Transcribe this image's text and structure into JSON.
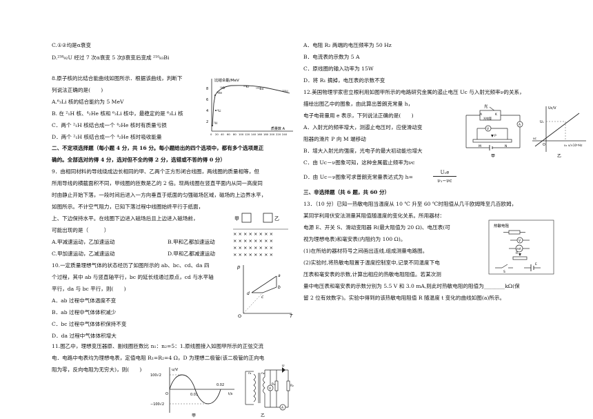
{
  "left": {
    "q7c": "C.①②均是α衰变",
    "q7d": "D.²³⁸₉₂U 经过 7 次α衰变 5 次β衰变后变成 ²¹⁰₈₃Bi",
    "q8": {
      "stem1": "8.原子核的比结合能曲线如图所示．根据该曲线，判断下",
      "stem2": "列说法正确的是(　　)",
      "a": "A.⁶₃Li 核的结合能约为 5 MeV",
      "b": "B. 在 ²₁H 核、⁴₂He 核和 ⁶₃Li 核中，最稳定的是 ⁶₃Li 核",
      "c": "C．两个 ²₁H 核结合成一个 ⁴₂He 核时有质量亏损",
      "d": "D．两个 ²₁H 核结合成一个 ⁴₂He 核时吸收能量"
    },
    "sec2_1": "二、不定项选择题（每小题 4 分，共 16 分。每小题给出的四个选项中，都有多个选项是正",
    "sec2_2": "确的。全部选对的得 4 分，选对但不全的得 2 分，选错或不答的得 0 分）",
    "q9": {
      "l1": "9．由相同材料的导线绕成边长相同的甲、乙两个正方形闭合线圈，两线圈的质量相等，但",
      "l2": "所用导线的横截面积不同，甲线圈的匝数是乙的 2 倍。现两线圈在竖直平面内从同一高度同",
      "l3": "时由静止开始下落，一段时间后进入一方向垂直于纸面的匀强磁场区域，磁场的上边界水平，",
      "l4": "如图所示。不计空气阻力，已知下落过程中线圈始终平行于纸面，",
      "l5": "上、下边保持水平。在线圈下边进入磁场后且上边进入磁场前，",
      "l6": "可能出现的是（　　　）",
      "a": "A.甲减速运动，乙加速运动",
      "b": "B.甲和乙都加速运动",
      "c": "C.甲加速运动，乙减速运动",
      "d": "D.甲和乙都减速运动"
    },
    "q10": {
      "l1": "10.一定质量理想气体的状态经历了如图所示的 ab、bc、cd、da 四",
      "l2": "个过程，其中 ab 与竖直轴平行，bc 的延长线通过原点，cd 与水平轴",
      "l3": "平行，da 与 bc 平行，则(　　)",
      "a": "A．ab 过程中气体温度不变",
      "b": "B．ab 过程中气体体积减少",
      "c": "C．bc 过程中气体体积保持不变",
      "d": "D．da 过程中气体体积增大"
    },
    "q11": {
      "l1": "11.图乙中，理想变压器原、副线圈匝数比 n₁：n₂=5：1.原线圈接入如图甲所示的正弦交流",
      "l2": "电．电路中电表均为理想电表，定值电阻 R₁=R₂=4 Ω，D 为理想二极管(该二极管的正向电",
      "l3": "阻为零，反向电阻为无穷大)，则(　　)"
    },
    "fig8": {
      "ylabel": "比结合能/MeV",
      "xlabel": "质量数 A",
      "yticks": [
        "8",
        "6",
        "4",
        "2"
      ],
      "xticks": [
        "0",
        "20",
        "40",
        "60",
        "80",
        "100",
        "120",
        "140",
        "160",
        "180",
        "200",
        "220",
        "240"
      ],
      "nuclides": [
        "⁴He",
        "¹⁶O",
        "⁸⁹Kr",
        "¹⁴⁴Ba",
        "²³⁵U",
        "⁶Li",
        "²H"
      ]
    },
    "fig9": {
      "jia": "甲",
      "yi": "乙",
      "cross": "× × × × × × × ×"
    },
    "fig10": {
      "p": "p",
      "t": "T",
      "o": "O",
      "a": "a",
      "b": "b",
      "c": "c",
      "d": "d"
    },
    "fig11": {
      "u": "u/V",
      "ymax": "100√2",
      "ymin": "−100√2",
      "t1": "0.01",
      "t2": "0.02",
      "ts": "t/s",
      "o": "O",
      "jia": "甲",
      "yi": "乙",
      "n1": "n₁",
      "n2": "n₂",
      "v": "V",
      "a": "A",
      "r1": "R₁",
      "r2": "R₂",
      "d": "D"
    }
  },
  "right": {
    "q11": {
      "a": "A．电阻 R₂ 两端的电压频率为 50 Hz",
      "b": "B．电流表的示数为 5 A",
      "c": "C．原线圈的输入功率为 15W",
      "d": "D．将 R₁ 摘掉，电压表的示数不变"
    },
    "q12": {
      "l1": "12.美国物理学家密立根利用如图甲所示的电路研究金属的遏止电压 Uc 与入射光频率ν的关系，",
      "l2": "描绘出图乙中的图象，由此算出普朗克常量 h，",
      "l3": "电子电荷量用 e 表示，下列说法正确的是(　　)",
      "a": "A．入射光的频率增大，测遏止电压时，应使滑动变",
      "a2": "阻器的滑片 P 向 M 端移动",
      "b": "B．增大入射光的强度，光电子的最大初动能也增大",
      "c": "C．由 Uc－ν图象可知，这种金属截止频率为νc",
      "d": "D．由 Uc－ν图象可求普朗克常量表达式为 h=",
      "d_num": "U₁e",
      "d_den": "ν₁−νc"
    },
    "fig12": {
      "light": "光",
      "k": "K",
      "a": "A",
      "tube": "光电管",
      "v": "V",
      "am": "A",
      "p": "P",
      "m": "M",
      "n": "N",
      "jia": "甲",
      "yi": "乙",
      "uc": "Uc/V",
      "u1": "U₁",
      "nu": "ν/×10¹⁴Hz",
      "nuc": "νc",
      "nu1": "ν₁",
      "o": "O"
    },
    "sec3": "三、非选择题（共 6 题，共 60 分）",
    "q13": {
      "l1": "13．（10 分）已知一热敏电阻当温度从 10 ℃ 升至 60 ℃时阻值从几千欧姆降至几百欧姆，",
      "l2": "某同学利用伏安法测量其阻值随温度的变化关系。所用器材：",
      "l3": "电源 E、开关 S、滑动变阻器 R(最大阻值为 20 Ω)、电压表(可",
      "l4": "视为理想电表)和毫安表(内阻约为 100 Ω)。",
      "l5": "(1)在所给的器材符号之间画出连线,组成测量电路图。",
      "l6": "(2)实验时,将热敏电阻置于温度控制室中,记录不同温度下电",
      "l7": "压表和毫安表的示数,计算出相应的热敏电阻阻值。若某次测",
      "l8": "量中电压表和毫安表的示数分别为 5.5 V 和 3.0 mA,则此时热敏电阻的阻值为________kΩ(保",
      "l9": "留 2 位有效数字)。实验中得到的该热敏电阻阻值 R 随温度 t 变化的曲线如图(a)所示。"
    },
    "fig13": {
      "title": "热敏电阻",
      "v": "V",
      "ma": "mA",
      "r": "R",
      "s": "S",
      "e": "E"
    }
  }
}
